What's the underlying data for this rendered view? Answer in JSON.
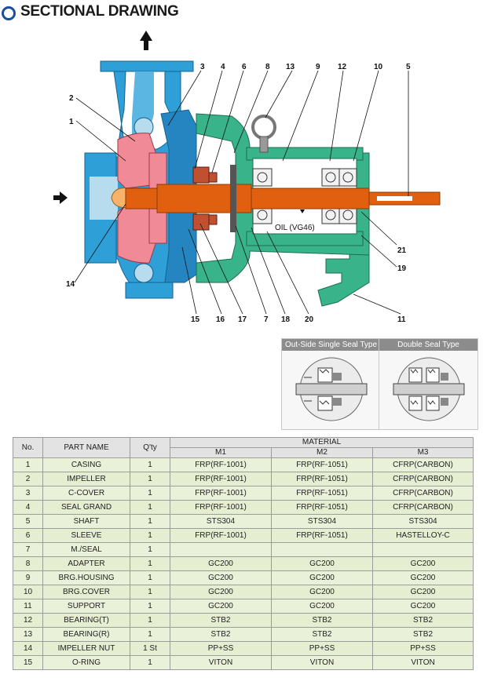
{
  "header": {
    "title": "SECTIONAL DRAWING"
  },
  "diagram": {
    "oil_label": "OIL (VG46)",
    "callouts": {
      "c1": "1",
      "c2": "2",
      "c3": "3",
      "c4": "4",
      "c5": "5",
      "c6": "6",
      "c7": "7",
      "c8": "8",
      "c9": "9",
      "c10": "10",
      "c11": "11",
      "c12": "12",
      "c13": "13",
      "c14": "14",
      "c15": "15",
      "c16": "16",
      "c17": "17",
      "c18": "18",
      "c19": "19",
      "c20": "20",
      "c21": "21"
    },
    "colors": {
      "casing": "#2f9fd8",
      "impeller": "#f08a96",
      "shaft": "#e06010",
      "housing": "#38b38a",
      "seal": "#c05030"
    }
  },
  "seal_types": {
    "outside_single": "Out-Side Single Seal Type",
    "double": "Double Seal Type"
  },
  "table": {
    "headers": {
      "no": "No.",
      "part_name": "PART NAME",
      "qty": "Q'ty",
      "material": "MATERIAL",
      "m1": "M1",
      "m2": "M2",
      "m3": "M3"
    },
    "rows": [
      {
        "no": "1",
        "name": "CASING",
        "qty": "1",
        "m1": "FRP(RF-1001)",
        "m2": "FRP(RF-1051)",
        "m3": "CFRP(CARBON)"
      },
      {
        "no": "2",
        "name": "IMPELLER",
        "qty": "1",
        "m1": "FRP(RF-1001)",
        "m2": "FRP(RF-1051)",
        "m3": "CFRP(CARBON)"
      },
      {
        "no": "3",
        "name": "C-COVER",
        "qty": "1",
        "m1": "FRP(RF-1001)",
        "m2": "FRP(RF-1051)",
        "m3": "CFRP(CARBON)"
      },
      {
        "no": "4",
        "name": "SEAL GRAND",
        "qty": "1",
        "m1": "FRP(RF-1001)",
        "m2": "FRP(RF-1051)",
        "m3": "CFRP(CARBON)"
      },
      {
        "no": "5",
        "name": "SHAFT",
        "qty": "1",
        "m1": "STS304",
        "m2": "STS304",
        "m3": "STS304"
      },
      {
        "no": "6",
        "name": "SLEEVE",
        "qty": "1",
        "m1": "FRP(RF-1001)",
        "m2": "FRP(RF-1051)",
        "m3": "HASTELLOY-C"
      },
      {
        "no": "7",
        "name": "M./SEAL",
        "qty": "1",
        "m1": "",
        "m2": "",
        "m3": ""
      },
      {
        "no": "8",
        "name": "ADAPTER",
        "qty": "1",
        "m1": "GC200",
        "m2": "GC200",
        "m3": "GC200"
      },
      {
        "no": "9",
        "name": "BRG.HOUSING",
        "qty": "1",
        "m1": "GC200",
        "m2": "GC200",
        "m3": "GC200"
      },
      {
        "no": "10",
        "name": "BRG.COVER",
        "qty": "1",
        "m1": "GC200",
        "m2": "GC200",
        "m3": "GC200"
      },
      {
        "no": "11",
        "name": "SUPPORT",
        "qty": "1",
        "m1": "GC200",
        "m2": "GC200",
        "m3": "GC200"
      },
      {
        "no": "12",
        "name": "BEARING(T)",
        "qty": "1",
        "m1": "STB2",
        "m2": "STB2",
        "m3": "STB2"
      },
      {
        "no": "13",
        "name": "BEARING(R)",
        "qty": "1",
        "m1": "STB2",
        "m2": "STB2",
        "m3": "STB2"
      },
      {
        "no": "14",
        "name": "IMPELLER NUT",
        "qty": "1 St",
        "m1": "PP+SS",
        "m2": "PP+SS",
        "m3": "PP+SS"
      },
      {
        "no": "15",
        "name": "O-RING",
        "qty": "1",
        "m1": "VITON",
        "m2": "VITON",
        "m3": "VITON"
      }
    ]
  }
}
